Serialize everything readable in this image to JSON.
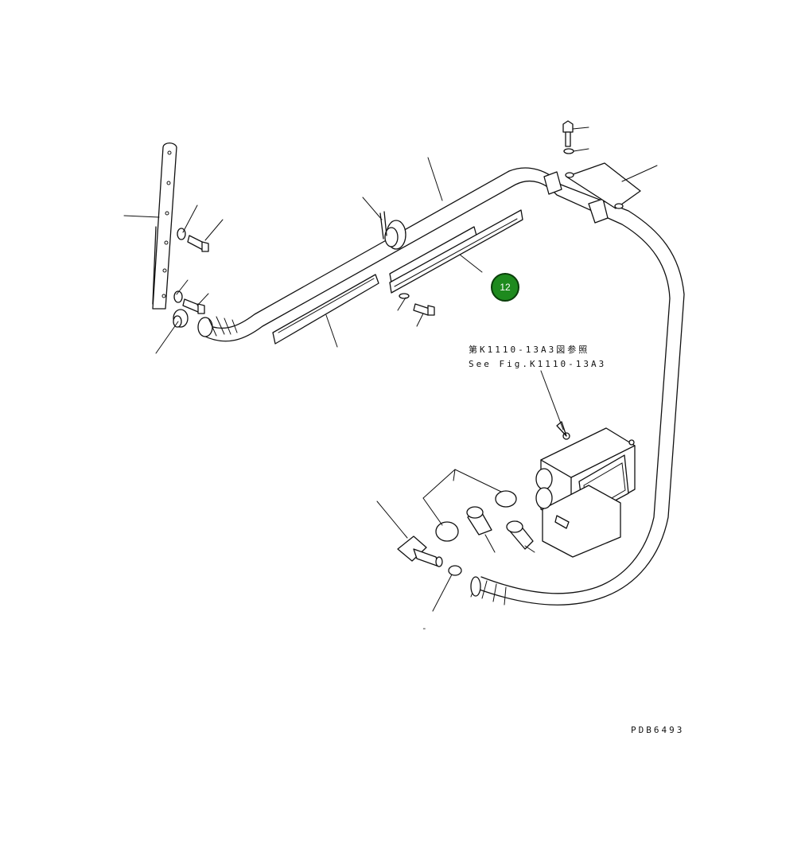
{
  "reference": {
    "japanese": "第K1110-13A3図参照",
    "english": "See Fig.K1110-13A3"
  },
  "drawing_code": "PDB6493",
  "callout": {
    "number": "12",
    "color": "#1e8a1e"
  },
  "dash_label": "-"
}
